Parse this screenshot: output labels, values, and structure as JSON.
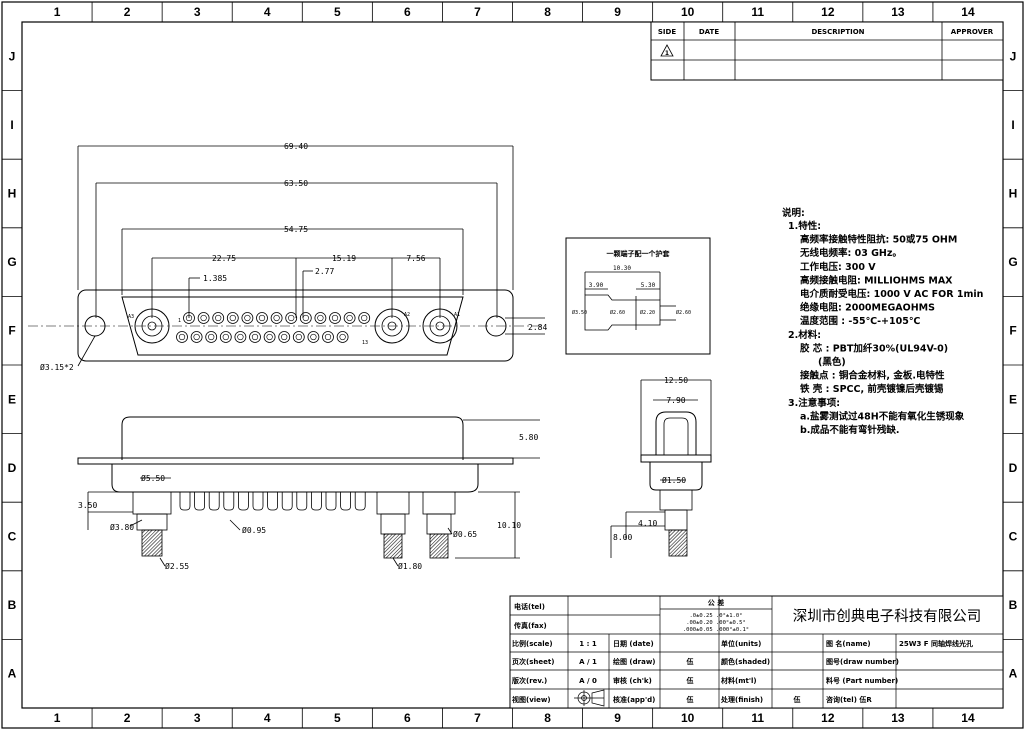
{
  "grid": {
    "columns": [
      "1",
      "2",
      "3",
      "4",
      "5",
      "6",
      "7",
      "8",
      "9",
      "10",
      "11",
      "12",
      "13",
      "14"
    ],
    "rows": [
      "J",
      "I",
      "H",
      "G",
      "F",
      "E",
      "D",
      "C",
      "B",
      "A"
    ]
  },
  "revision_block": {
    "headers": [
      "SIDE",
      "DATE",
      "DESCRIPTION",
      "APPROVER"
    ]
  },
  "front_view": {
    "dims": {
      "overall": "69.40",
      "mount": "63.50",
      "shell": "54.75",
      "left_span": "22.75",
      "mid_span": "15.19",
      "right_span": "7.56",
      "pitch_a": "1.385",
      "pitch_b": "2.77",
      "height": "2.84",
      "hole": "Ø3.15*2"
    },
    "cavity_labels": [
      "A3",
      "A2",
      "A1"
    ],
    "pin_labels": [
      "1",
      "13"
    ]
  },
  "side_view": {
    "dims": {
      "body_h": "5.80",
      "stud": "Ø5.50",
      "offset": "3.50",
      "pin_dia": "Ø3.80",
      "sig_pin": "Ø0.95",
      "pin_len": "10.10",
      "coax_dia": "Ø0.65",
      "coax_len": "Ø1.80",
      "cable": "Ø2.55"
    }
  },
  "detail_box": {
    "title": "一颗端子配一个护套",
    "dims": [
      "10.30",
      "3.90",
      "5.30",
      "Ø3.50",
      "Ø2.60",
      "Ø2.20",
      "Ø2.60"
    ]
  },
  "end_view": {
    "dims": {
      "width": "12.50",
      "inner": "7.90",
      "pin": "Ø1.50",
      "len_a": "4.10",
      "len_b": "8.00"
    }
  },
  "notes": {
    "heading": "说明:",
    "lines": [
      "1.特性:",
      "高频率接触特性阻抗: 50或75 OHM",
      "无线电频率: 03 GHz。",
      "工作电压: 300 V",
      "高频接触电阻: MILLIOHMS MAX",
      "电介质耐受电压: 1000 V AC FOR 1min",
      "绝缘电阻: 2000MEGAOHMS",
      "温度范围 : -55℃-+105℃",
      "2.材料:",
      "胶 芯 : PBT加纤30%(UL94V-0)",
      "(黑色)",
      "接触点 : 铜合金材料, 金板.电特性",
      "铁 壳 : SPCC, 前壳镀镍后壳镀锡",
      "3.注意事项:",
      "a.盐雾测试过48H不能有氧化生锈现象",
      "b.成品不能有弯针残缺."
    ]
  },
  "title_block": {
    "tel_label": "电话(tel)",
    "fax_label": "传真(fax)",
    "tolerance_label": "公 差",
    "tolerance_values": [
      ".0±0.25  .0°±1.0°",
      ".00±0.20  .00°±0.5°",
      ".000±0.05  .000°±0.1°"
    ],
    "company": "深圳市创典电子科技有限公司",
    "rows": [
      {
        "k1": "比例(scale)",
        "v1": "1 : 1",
        "k2": "日期 (date)",
        "v2": "",
        "k3": "单位(units)",
        "v3": "",
        "k4": "图 名(name)",
        "v4": "25W3 F 同轴焊线光孔"
      },
      {
        "k1": "页次(sheet)",
        "v1": "A / 1",
        "k2": "绘图 (draw)",
        "v2": "伍",
        "k3": "颜色(shaded)",
        "v3": "",
        "k4": "图号(draw number)",
        "v4": ""
      },
      {
        "k1": "版次(rev.)",
        "v1": "A / 0",
        "k2": "审核 (ch'k)",
        "v2": "伍",
        "k3": "材料(mt'l)",
        "v3": "",
        "k4": "料号 (Part number)",
        "v4": ""
      },
      {
        "k1": "视图(view)",
        "v1": "",
        "k2": "核准(app'd)",
        "v2": "伍",
        "k3": "处理(finish)",
        "v3": "伍",
        "k4": "咨询(tel) 伍R",
        "v4": ""
      }
    ]
  }
}
